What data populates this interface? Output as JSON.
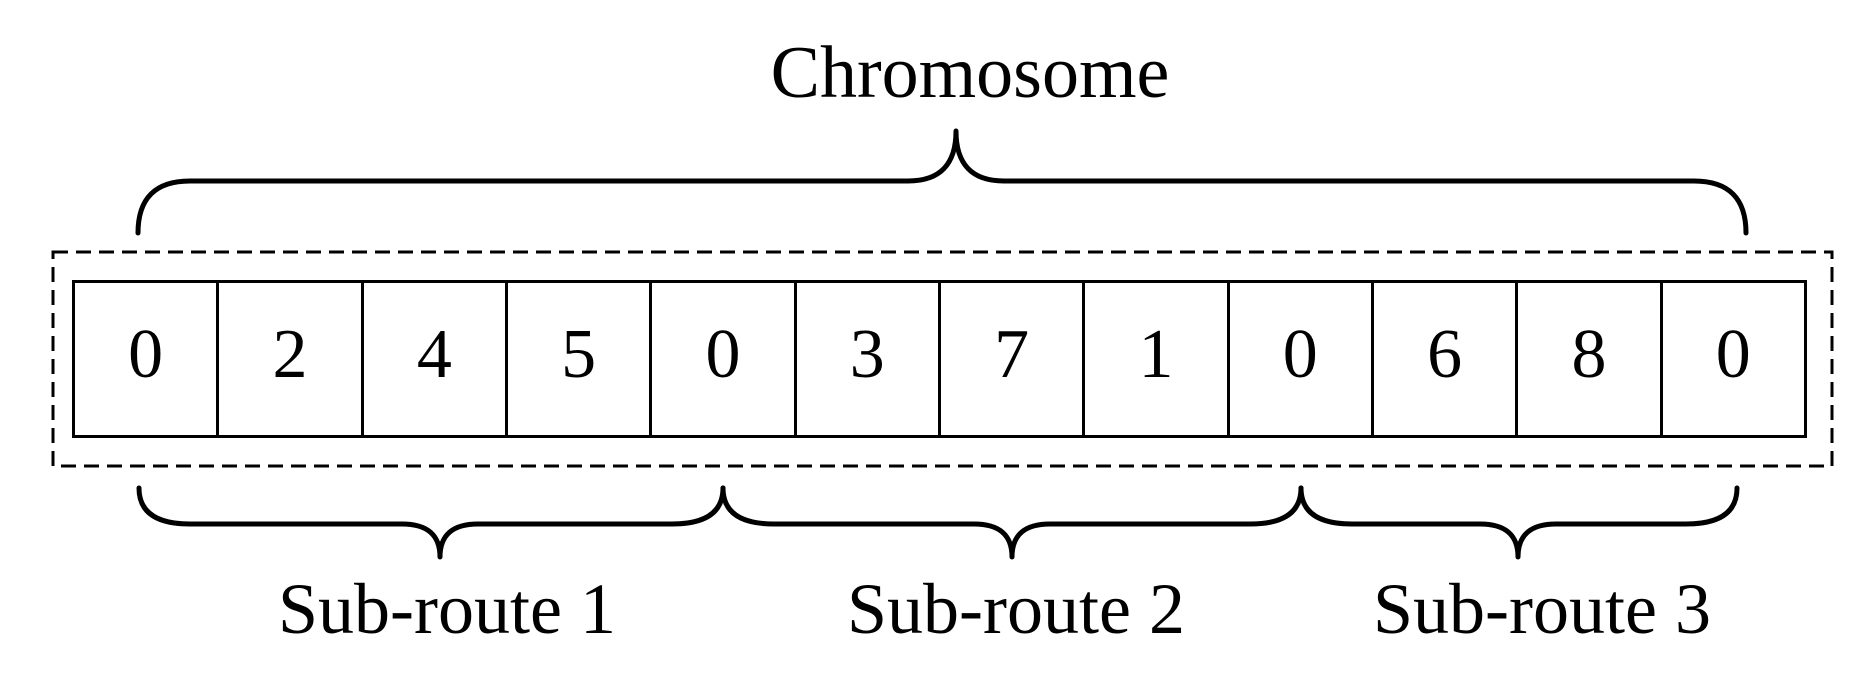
{
  "chromosome": {
    "label": "Chromosome",
    "genes": [
      "0",
      "2",
      "4",
      "5",
      "0",
      "3",
      "7",
      "1",
      "0",
      "6",
      "8",
      "0"
    ]
  },
  "sub_routes": [
    {
      "label": "Sub-route 1",
      "genes": [
        "0",
        "2",
        "4",
        "5",
        "0"
      ]
    },
    {
      "label": "Sub-route 2",
      "genes": [
        "0",
        "3",
        "7",
        "1",
        "0"
      ]
    },
    {
      "label": "Sub-route 3",
      "genes": [
        "0",
        "6",
        "8",
        "0"
      ]
    }
  ],
  "colors": {
    "ink": "#000000",
    "background": "#ffffff"
  }
}
